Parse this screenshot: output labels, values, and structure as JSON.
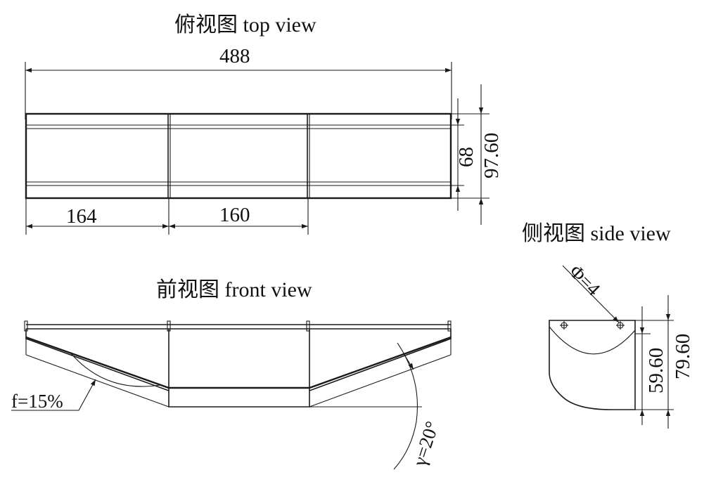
{
  "views": {
    "top": {
      "title": "俯视图 top view"
    },
    "front": {
      "title": "前视图 front view"
    },
    "side": {
      "title": "侧视图 side view"
    }
  },
  "dimensions": {
    "overall_length": "488",
    "segment_left": "164",
    "segment_middle": "160",
    "inner_width": "68",
    "outer_width": "97.60",
    "side_inner_height": "59.60",
    "side_outer_height": "79.60"
  },
  "annotations": {
    "slope": "f=15%",
    "angle": "γ=20°",
    "hole_diameter": "Φ=4"
  }
}
